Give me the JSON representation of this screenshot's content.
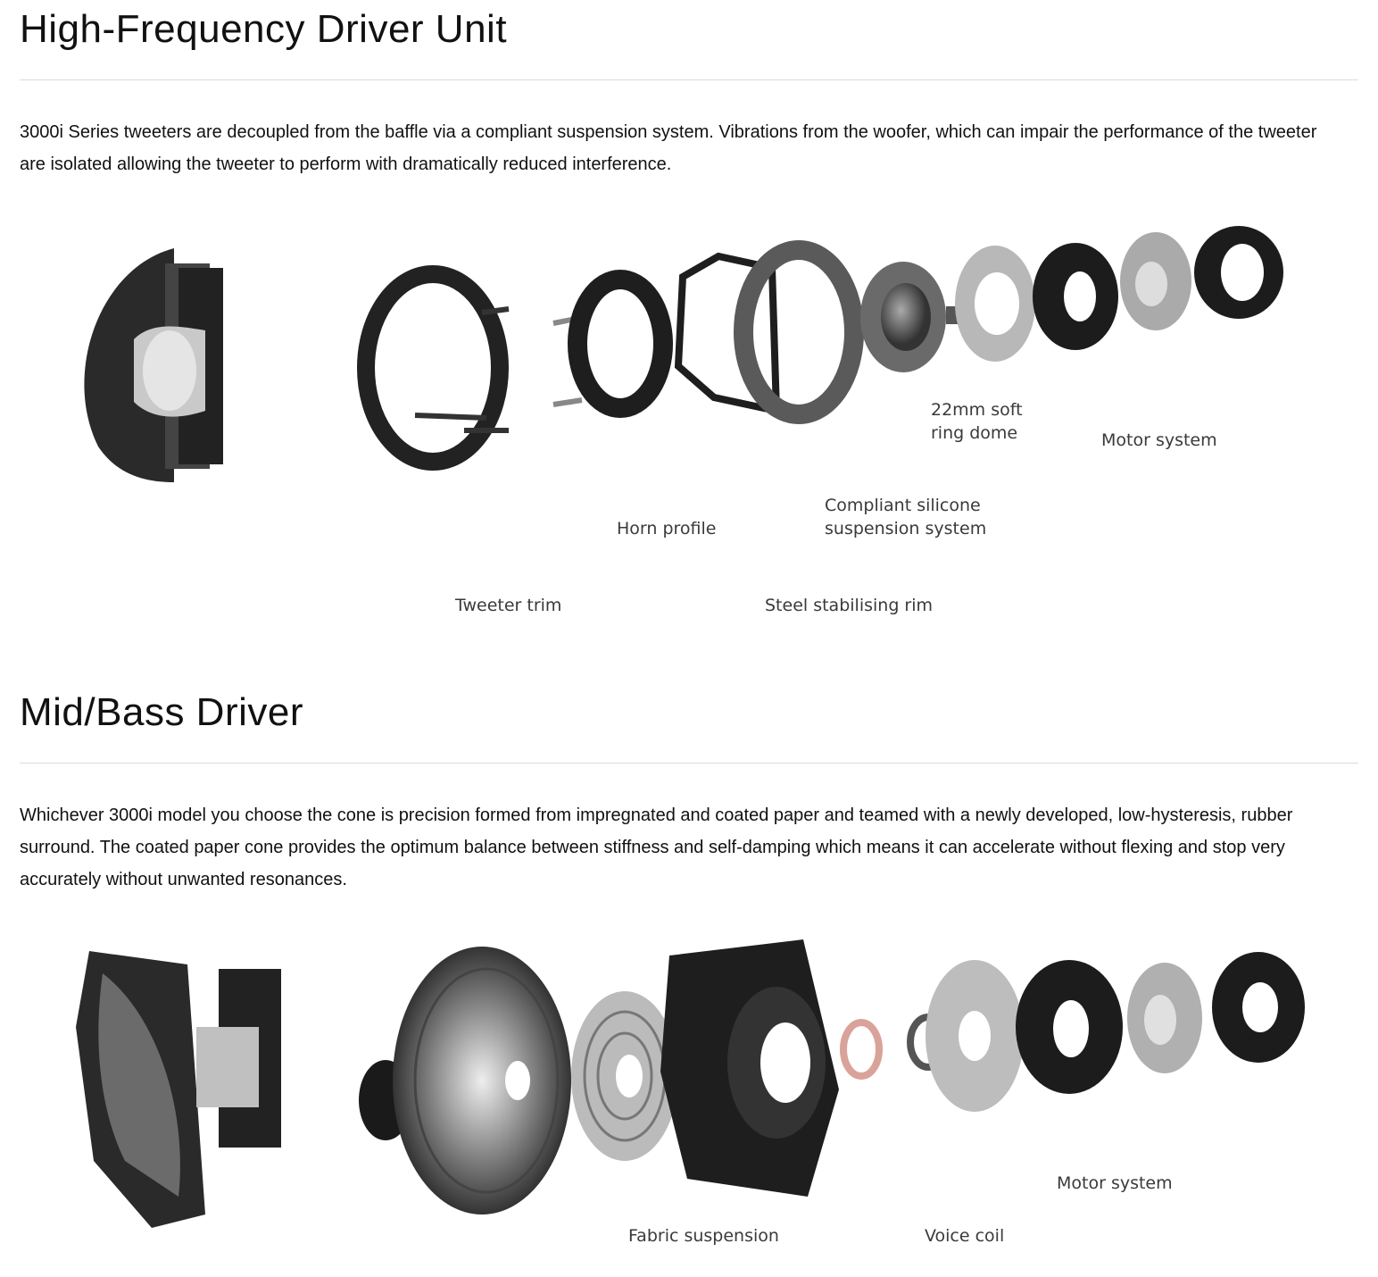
{
  "sections": [
    {
      "title": "High-Frequency Driver Unit",
      "body": "3000i Series tweeters are decoupled from the baffle via a compliant suspension system. Vibrations from the woofer, which can impair the performance of the tweeter are isolated allowing the tweeter to perform with dramatically reduced interference.",
      "labels": {
        "dome_line1": "22mm soft",
        "dome_line2": "ring dome",
        "motor": "Motor system",
        "suspension_line1": "Compliant silicone",
        "suspension_line2": "suspension system",
        "horn": "Horn profile",
        "trim": "Tweeter trim",
        "rim": "Steel stabilising rim"
      }
    },
    {
      "title": "Mid/Bass Driver",
      "body": "Whichever 3000i model you choose the cone is precision formed from impregnated and coated paper and teamed with a newly developed, low-hysteresis, rubber surround. The coated paper cone provides the optimum balance between stiffness and self-damping which means it can accelerate without flexing and stop very accurately without unwanted resonances.",
      "labels": {
        "motor": "Motor system",
        "fabric": "Fabric suspension",
        "voice_coil": "Voice coil"
      }
    }
  ]
}
